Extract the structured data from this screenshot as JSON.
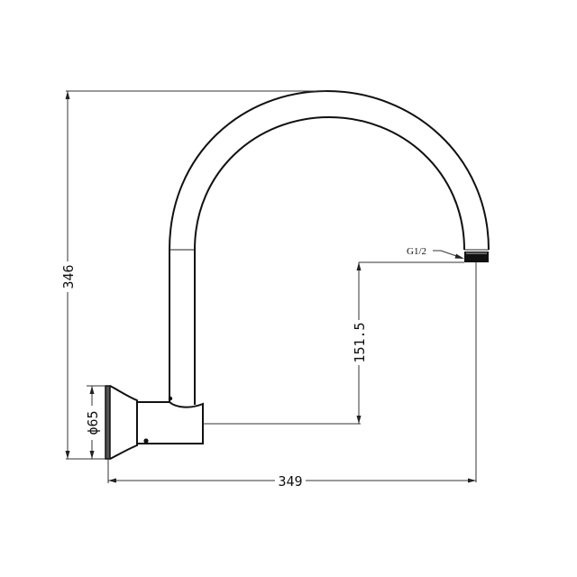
{
  "drawing": {
    "title": "Wall-mounted gooseneck spout - technical drawing",
    "line_color": "#111111",
    "background": "#ffffff"
  },
  "dimensions": {
    "overall_height": {
      "label": "346",
      "unit": "mm",
      "orientation": "vertical"
    },
    "spout_reach": {
      "label": "349",
      "unit": "mm",
      "orientation": "horizontal"
    },
    "outlet_height_above_body": {
      "label": "151.5",
      "unit": "mm",
      "orientation": "vertical"
    },
    "flange_diameter": {
      "label": "ϕ65",
      "unit": "mm",
      "orientation": "vertical"
    }
  },
  "callouts": {
    "outlet_thread": {
      "label": "G1/2"
    }
  }
}
